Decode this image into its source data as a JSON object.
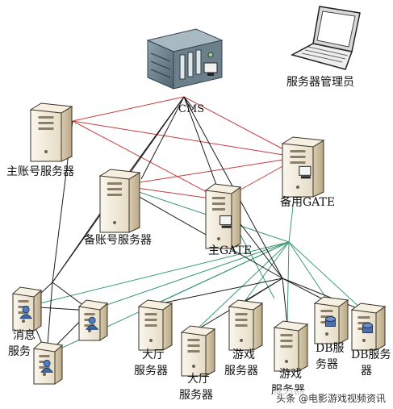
{
  "labels": {
    "admin": "服务器管理员",
    "cms": "CMS",
    "main_account": "主账号服务器",
    "backup_account": "备账号服务器",
    "backup_gate": "备用GATE",
    "main_gate": "主GATE",
    "message_line1": "消息",
    "message_line2": "服务",
    "lobby1_line1": "大厅",
    "lobby1_line2": "服务器",
    "lobby2_line1": "大厅",
    "lobby2_line2": "服务器",
    "game1_line1": "游戏",
    "game1_line2": "服务器",
    "game2_line1": "游戏",
    "game2_line2": "服务器",
    "db1_line1": "DB服",
    "db1_line2": "务器",
    "db2_line1": "DB服务",
    "db2_line2": "器"
  },
  "watermark": "头条 @电影游戏视频资讯",
  "colors": {
    "black_link": "#1a1a1a",
    "red_link": "#c83c3c",
    "green_link": "#3a9a72",
    "server_body": "#efe6d2",
    "cms_body": "#5f7480"
  }
}
